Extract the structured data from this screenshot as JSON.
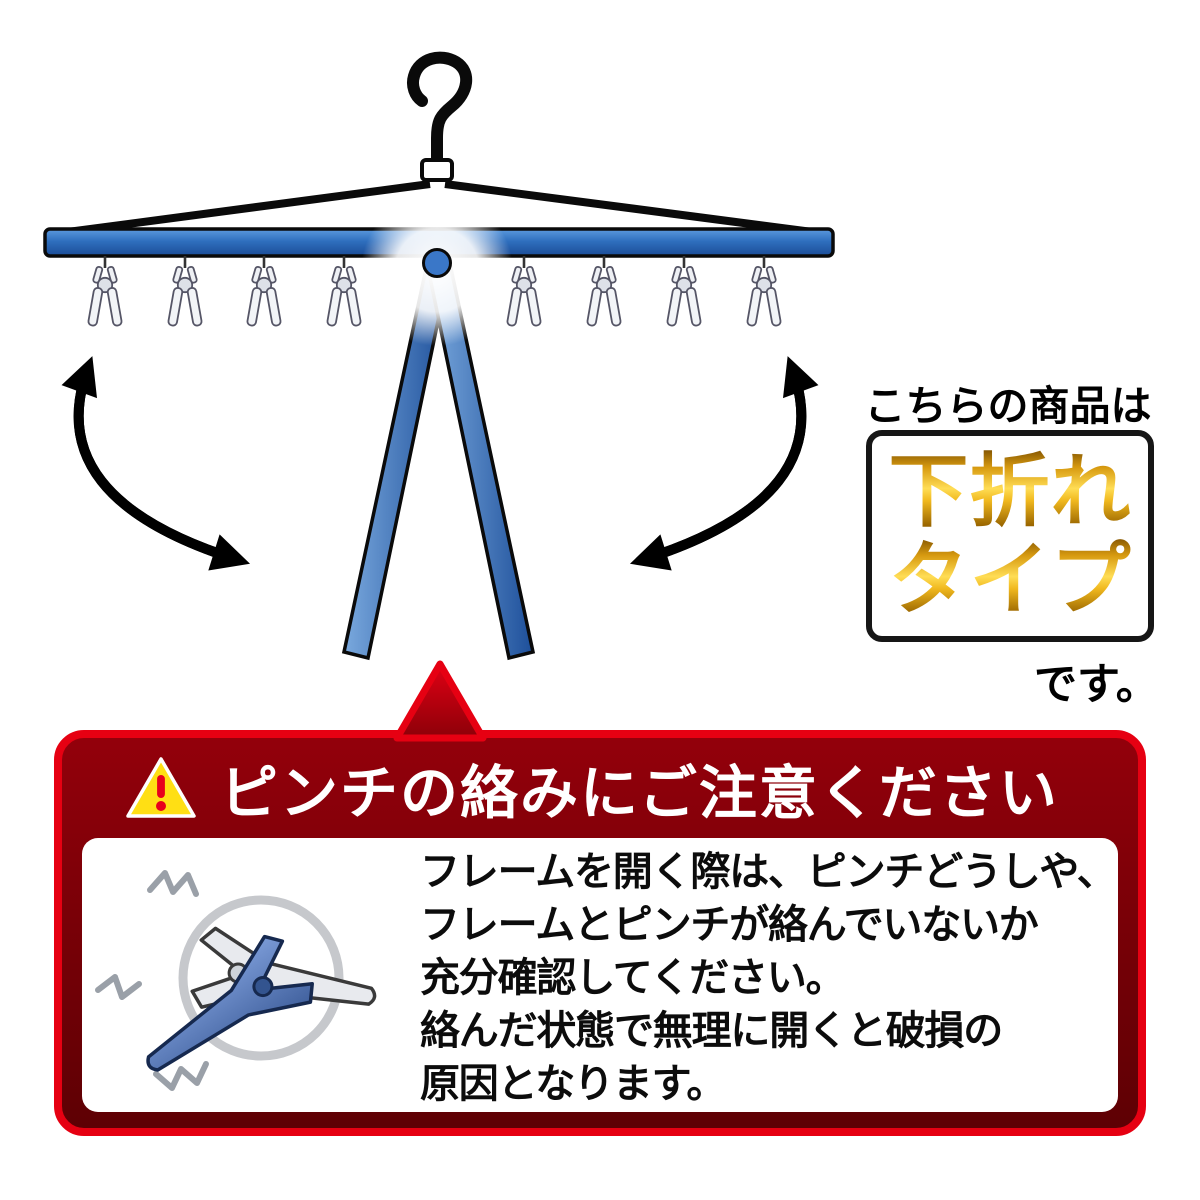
{
  "page": {
    "background": "#ffffff"
  },
  "hanger_diagram": {
    "clip_count": 8,
    "frame_color": "#2e6db6",
    "arrow_color": "#000000",
    "fold_direction": "downward"
  },
  "product_note": {
    "prefix": "こちらの商品は",
    "type_label_line1": "下折れ",
    "type_label_line2": "タイプ",
    "suffix": "です。",
    "gold_color": "#d79a10"
  },
  "warning": {
    "icon": "warning-triangle-exclamation",
    "title": "ピンチの絡みにご注意ください",
    "body_lines": [
      "フレームを開く際は、ピンチどうしや、",
      "フレームとピンチが絡んでいないか",
      "充分確認してください。",
      "絡んだ状態で無理に開くと破損の",
      "原因となります。"
    ],
    "border_color": "#e60012",
    "background_color": "#7a0007"
  }
}
